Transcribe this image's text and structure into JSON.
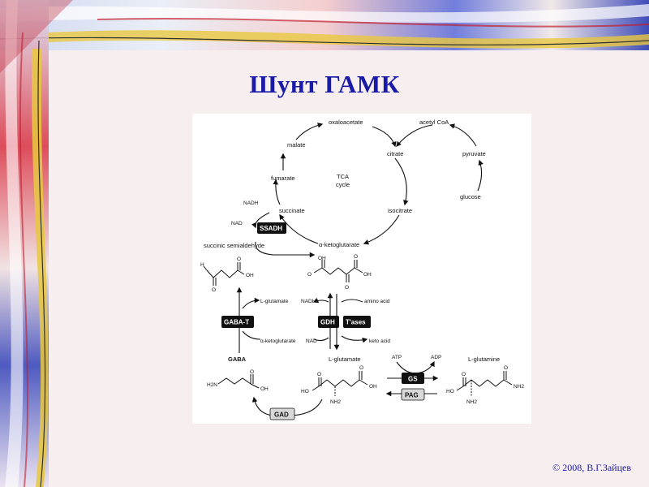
{
  "slide": {
    "title": "Шунт ГАМК",
    "copyright": "© 2008, В.Г.Зайцев"
  },
  "diagram": {
    "tca": {
      "oxaloacetate": "oxaloacetate",
      "acetyl_coa": "acetyl CoA",
      "citrate": "citrate",
      "malate": "malate",
      "fumarate": "fumarate",
      "cycle_line1": "TCA",
      "cycle_line2": "cycle",
      "succinate": "succinate",
      "isocitrate": "isocitrate",
      "alpha_ketoglutarate": "α-ketoglutarate",
      "pyruvate": "pyruvate",
      "glucose": "glucose"
    },
    "cofactors": {
      "nadh_top": "NADH",
      "nad_top": "NAD",
      "l_glutamate_gabat": "L-glutamate",
      "akg_gabat": "α-ketoglutarate",
      "nadh_gdh": "NADH",
      "nad_gdh": "NAD",
      "amino_acid": "amino acid",
      "keto_acid": "keto acid",
      "atp": "ATP",
      "adp": "ADP"
    },
    "enzymes": {
      "ssadh": "SSADH",
      "gaba_t": "GABA-T",
      "gdh": "GDH",
      "tases": "T'ases",
      "gs": "GS",
      "pag": "PAG",
      "gad": "GAD"
    },
    "compounds": {
      "succinic_semialdehyde": "succinic semialdehyde",
      "gaba": "GABA",
      "l_glutamate": "L-glutamate",
      "l_glutamine": "L-glutamine"
    },
    "atoms": {
      "h": "H",
      "o": "O",
      "oh": "OH",
      "ho": "HO",
      "h2n": "H2N",
      "nh2": "NH2"
    }
  }
}
